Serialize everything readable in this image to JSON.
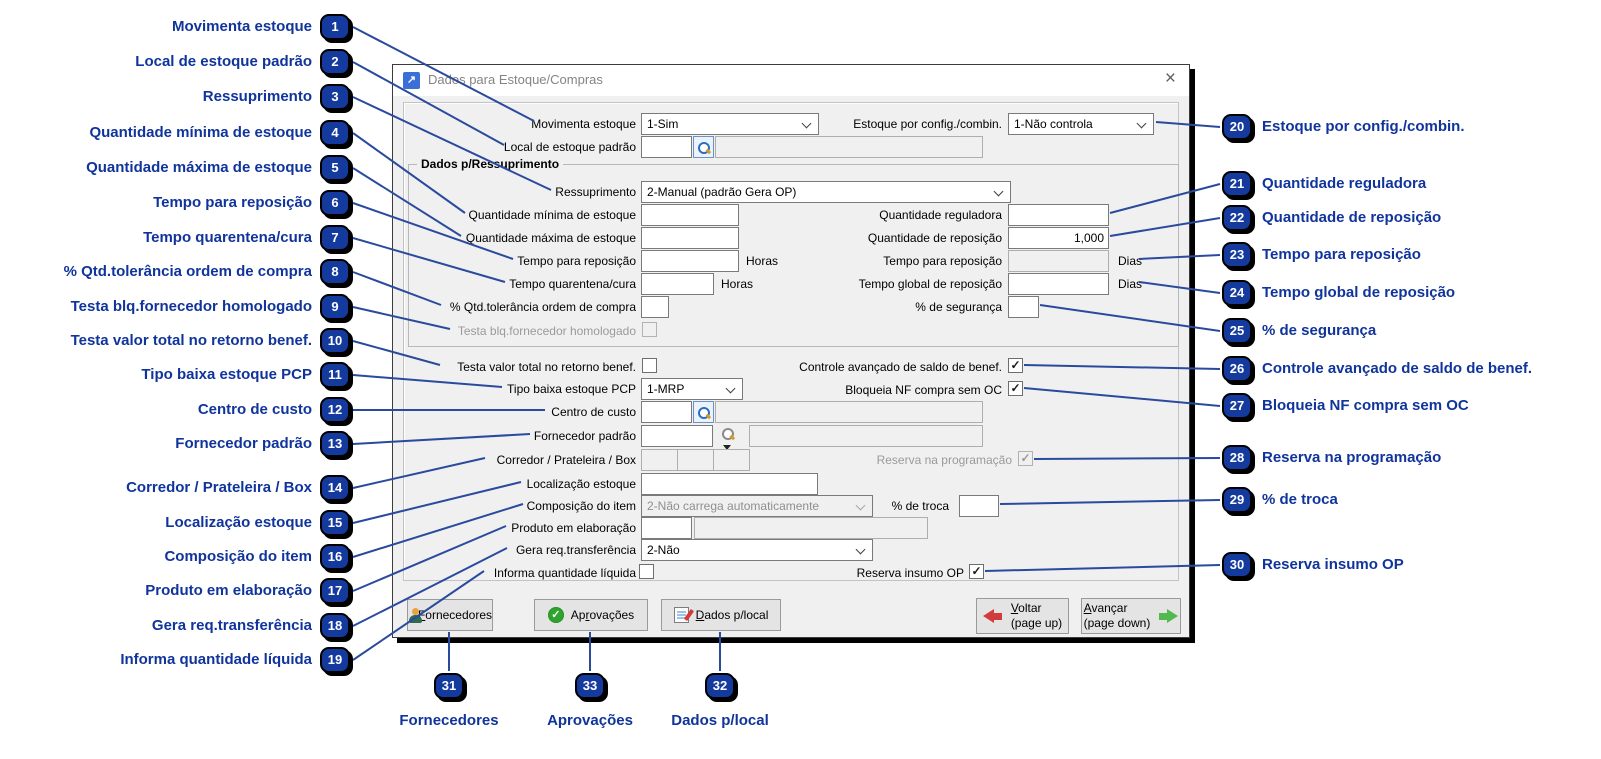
{
  "window": {
    "title": "Dados para Estoque/Compras",
    "close_glyph": "×",
    "icon_glyph": "↗"
  },
  "group_title": "Dados p/Ressuprimento",
  "fields": {
    "movimenta": {
      "label": "Movimenta estoque",
      "value": "1-Sim"
    },
    "estoque_config": {
      "label": "Estoque por config./combin.",
      "value": "1-Não controla"
    },
    "local_padrao": {
      "label": "Local de estoque padrão"
    },
    "ressuprimento": {
      "label": "Ressuprimento",
      "value": "2-Manual (padrão Gera OP)"
    },
    "qtd_minima": {
      "label": "Quantidade mínima de estoque"
    },
    "qtd_maxima": {
      "label": "Quantidade máxima de estoque"
    },
    "tempo_reposicao_h": {
      "label": "Tempo para reposição",
      "unit": "Horas"
    },
    "tempo_quarentena": {
      "label": "Tempo quarentena/cura",
      "unit": "Horas"
    },
    "tolerancia": {
      "label": "% Qtd.tolerância ordem de compra"
    },
    "testa_blq": {
      "label": "Testa blq.fornecedor homologado",
      "checked": ""
    },
    "qtd_reguladora": {
      "label": "Quantidade reguladora"
    },
    "qtd_reposicao": {
      "label": "Quantidade de reposição",
      "value": "1,000"
    },
    "tempo_reposicao_d": {
      "label": "Tempo para reposição",
      "unit": "Dias"
    },
    "tempo_global": {
      "label": "Tempo global de reposição",
      "unit": "Dias"
    },
    "seguranca": {
      "label": "% de segurança"
    },
    "testa_valor": {
      "label": "Testa valor total no retorno benef.",
      "checked": ""
    },
    "controle_avancado": {
      "label": "Controle avançado de saldo de benef.",
      "checked": "✓"
    },
    "tipo_baixa": {
      "label": "Tipo baixa estoque PCP",
      "value": "1-MRP"
    },
    "bloqueia_nf": {
      "label": "Bloqueia NF compra sem OC",
      "checked": "✓"
    },
    "centro_custo": {
      "label": "Centro de custo"
    },
    "fornecedor_padrao": {
      "label": "Fornecedor padrão"
    },
    "corredor": {
      "label": "Corredor / Prateleira / Box"
    },
    "reserva_prog": {
      "label": "Reserva na programação",
      "checked": "✓"
    },
    "localizacao": {
      "label": "Localização estoque"
    },
    "composicao": {
      "label": "Composição do item",
      "value": "2-Não carrega automaticamente"
    },
    "troca": {
      "label": "% de troca"
    },
    "produto_elab": {
      "label": "Produto em elaboração"
    },
    "gera_req": {
      "label": "Gera req.transferência",
      "value": "2-Não"
    },
    "informa_qtd": {
      "label": "Informa quantidade líquida",
      "checked": ""
    },
    "reserva_insumo": {
      "label": "Reserva insumo OP",
      "checked": "✓"
    }
  },
  "buttons": {
    "fornecedores": {
      "pre": "",
      "mn": "F",
      "post": "ornecedores"
    },
    "aprovacoes": {
      "pre": "Ap",
      "mn": "r",
      "post": "ovações"
    },
    "dados_local": {
      "pre": "",
      "mn": "D",
      "post": "ados p/local"
    },
    "voltar": {
      "mn": "V",
      "post": "oltar",
      "sub": "(page up)"
    },
    "avancar": {
      "mn": "A",
      "post": "vançar",
      "sub": "(page down)"
    }
  },
  "icons": {
    "check": "✓"
  },
  "colors": {
    "callout_text": "#10349c",
    "badge_fill": "#143a9e",
    "line": "#2a4a9e"
  },
  "callouts": {
    "left": [
      {
        "num": "1",
        "label": "Movimenta estoque"
      },
      {
        "num": "2",
        "label": "Local de estoque padrão"
      },
      {
        "num": "3",
        "label": "Ressuprimento"
      },
      {
        "num": "4",
        "label": "Quantidade mínima de estoque"
      },
      {
        "num": "5",
        "label": "Quantidade máxima de estoque"
      },
      {
        "num": "6",
        "label": "Tempo para reposição"
      },
      {
        "num": "7",
        "label": "Tempo quarentena/cura"
      },
      {
        "num": "8",
        "label": "% Qtd.tolerância ordem de compra"
      },
      {
        "num": "9",
        "label": "Testa blq.fornecedor homologado"
      },
      {
        "num": "10",
        "label": "Testa valor total no retorno benef."
      },
      {
        "num": "11",
        "label": "Tipo baixa estoque PCP"
      },
      {
        "num": "12",
        "label": "Centro de custo"
      },
      {
        "num": "13",
        "label": "Fornecedor padrão"
      },
      {
        "num": "14",
        "label": "Corredor / Prateleira / Box"
      },
      {
        "num": "15",
        "label": "Localização estoque"
      },
      {
        "num": "16",
        "label": "Composição do item"
      },
      {
        "num": "17",
        "label": "Produto em elaboração"
      },
      {
        "num": "18",
        "label": "Gera req.transferência"
      },
      {
        "num": "19",
        "label": "Informa quantidade líquida"
      }
    ],
    "right": [
      {
        "num": "20",
        "label": "Estoque por config./combin."
      },
      {
        "num": "21",
        "label": "Quantidade reguladora"
      },
      {
        "num": "22",
        "label": "Quantidade de reposição"
      },
      {
        "num": "23",
        "label": "Tempo para reposição"
      },
      {
        "num": "24",
        "label": "Tempo global de reposição"
      },
      {
        "num": "25",
        "label": "% de segurança"
      },
      {
        "num": "26",
        "label": "Controle avançado de saldo de benef."
      },
      {
        "num": "27",
        "label": "Bloqueia NF compra sem OC"
      },
      {
        "num": "28",
        "label": "Reserva na programação"
      },
      {
        "num": "29",
        "label": "% de troca"
      },
      {
        "num": "30",
        "label": "Reserva insumo OP"
      }
    ],
    "bottom": [
      {
        "num": "31",
        "label": "Fornecedores"
      },
      {
        "num": "33",
        "label": "Aprovações"
      },
      {
        "num": "32",
        "label": "Dados p/local"
      }
    ]
  }
}
